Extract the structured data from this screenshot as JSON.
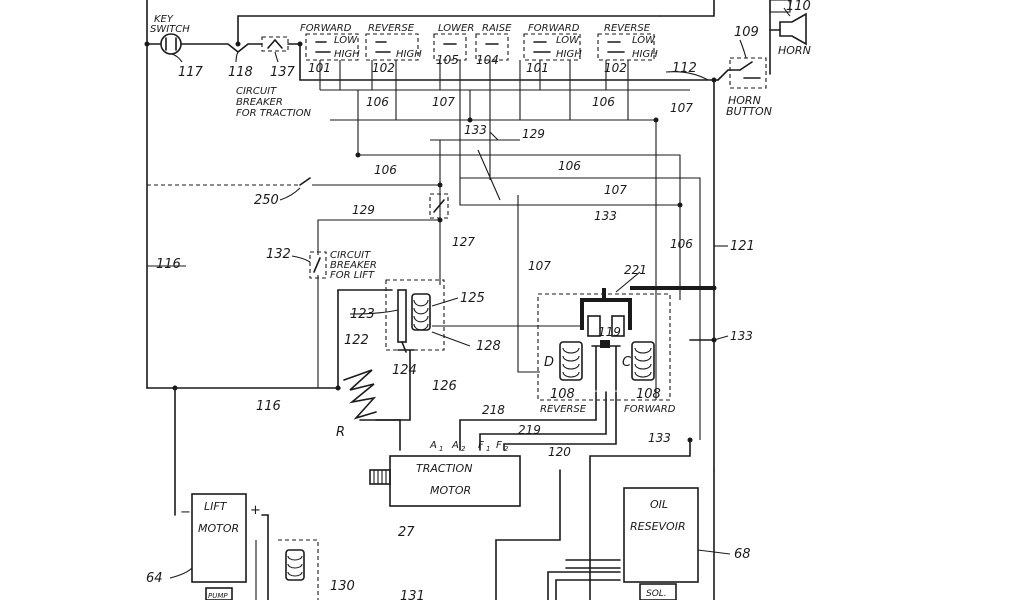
{
  "labels": {
    "key_switch_1": "KEY",
    "key_switch_2": "SWITCH",
    "forward": "FORWARD",
    "reverse": "REVERSE",
    "lower": "LOWER",
    "raise": "RAISE",
    "forward2": "FORWARD",
    "reverse2": "REVERSE",
    "low": "LOW",
    "high": "HIGH",
    "horn": "HORN",
    "horn_button_1": "HORN",
    "horn_button_2": "BUTTON",
    "cb_traction_1": "CIRCUIT",
    "cb_traction_2": "BREAKER",
    "cb_traction_3": "FOR TRACTION",
    "cb_lift_1": "CIRCUIT",
    "cb_lift_2": "BREAKER",
    "cb_lift_3": "FOR LIFT",
    "traction_motor_1": "TRACTION",
    "traction_motor_2": "MOTOR",
    "lift_motor_1": "LIFT",
    "lift_motor_2": "MOTOR",
    "oil_1": "OIL",
    "oil_2": "RESEVOIR",
    "reverse_bottom": "REVERSE",
    "forward_bottom": "FORWARD",
    "d": "D",
    "c": "C",
    "r": "R",
    "a1": "A",
    "a2": "A",
    "f1": "F",
    "f2": "F",
    "sub1": "1",
    "sub2": "2",
    "minus": "−",
    "plus": "+",
    "pump": "PUMP",
    "sol": "SOL."
  },
  "refs": {
    "n110": "110",
    "n109": "109",
    "n117": "117",
    "n118": "118",
    "n137": "137",
    "n101a": "101",
    "n102a": "102",
    "n105": "105",
    "n104": "104",
    "n101b": "101",
    "n102b": "102",
    "n112": "112",
    "n106a": "106",
    "n107a": "107",
    "n106b": "106",
    "n107b": "107",
    "n133a": "133",
    "n129a": "129",
    "n106c": "106",
    "n106d": "106",
    "n107c": "107",
    "n250": "250",
    "n133b": "133",
    "n129b": "129",
    "n127": "127",
    "n106e": "106",
    "n121": "121",
    "n116a": "116",
    "n132": "132",
    "n107d": "107",
    "n221": "221",
    "n123": "123",
    "n125": "125",
    "n122": "122",
    "n128": "128",
    "n119": "119",
    "n133c": "133",
    "n124": "124",
    "n126": "126",
    "n108a": "108",
    "n108b": "108",
    "n116b": "116",
    "n218": "218",
    "n219": "219",
    "n120": "120",
    "n133d": "133",
    "n27": "27",
    "n68": "68",
    "n64": "64",
    "n130": "130",
    "n131": "131"
  }
}
